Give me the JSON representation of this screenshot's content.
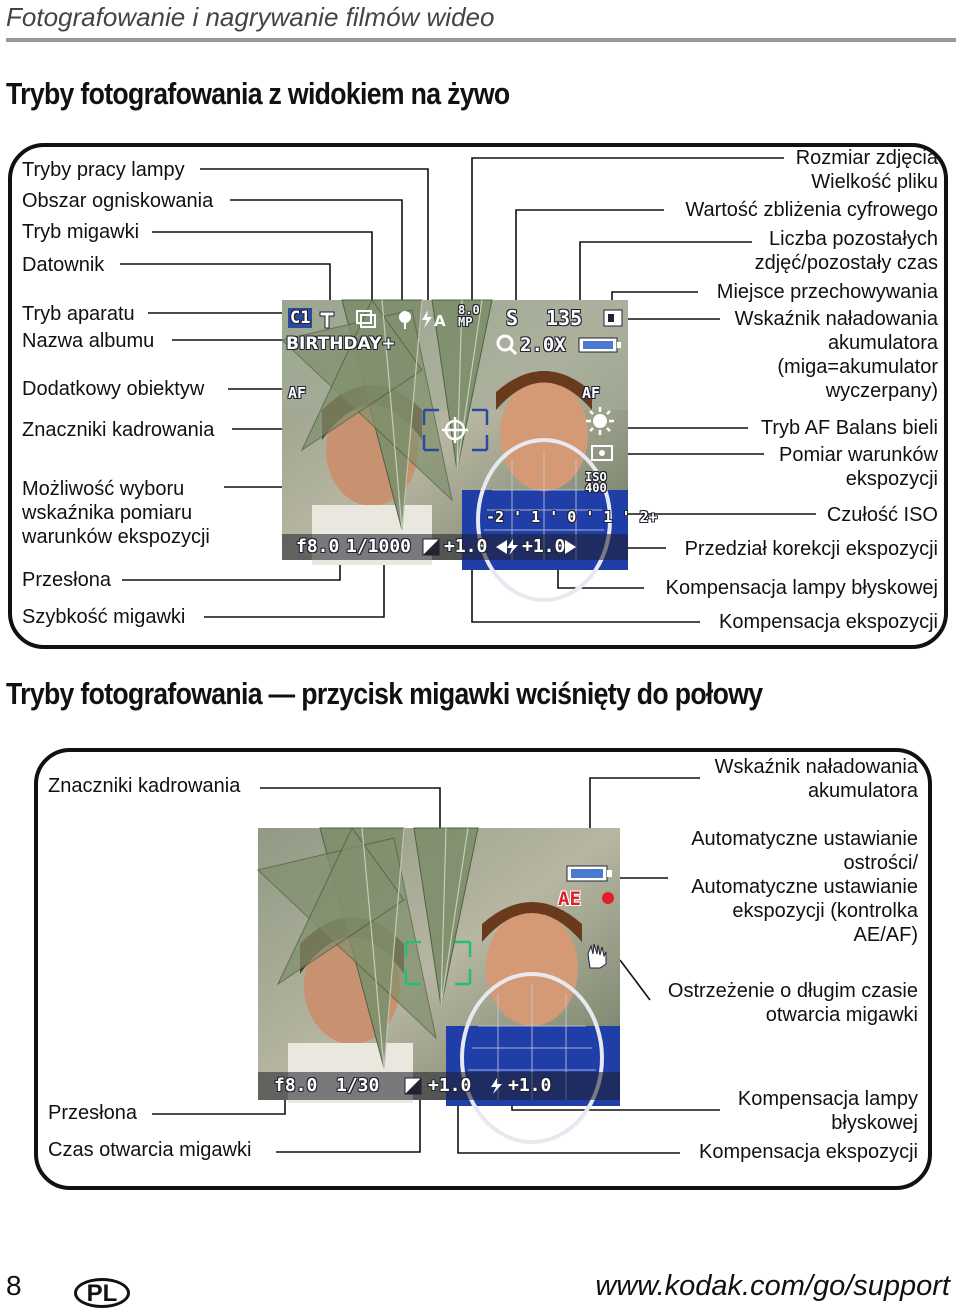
{
  "header": {
    "title": "Fotografowanie i nagrywanie filmów wideo"
  },
  "section1": {
    "title": "Tryby fotografowania z widokiem na żywo",
    "left_labels": [
      "Tryby pracy lampy",
      "Obszar ogniskowania",
      "Tryb migawki",
      "Datownik",
      "Tryb aparatu",
      "Nazwa albumu",
      "Dodatkowy obiektyw",
      "Znaczniki kadrowania",
      "Możliwość wyboru\nwskaźnika pomiaru\nwarunków ekspozycji",
      "Przesłona",
      "Szybkość migawki"
    ],
    "right_labels": [
      "Rozmiar zdjęcia\nWielkość pliku",
      "Wartość zbliżenia cyfrowego",
      "Liczba pozostałych\nzdjęć/pozostały czas",
      "Miejsce przechowywania",
      "Wskaźnik naładowania\nakumulatora\n(miga=akumulator\nwyczerpany)",
      "Tryb AF Balans bieli",
      "Pomiar warunków\nekspozycji",
      "Czułość ISO",
      "Przedział korekcji ekspozycji",
      "Kompensacja lampy błyskowej",
      "Kompensacja ekspozycji"
    ],
    "lcd": {
      "mode": "C1",
      "megapixels": "8.0\nMP",
      "size_mode": "S",
      "count": "135",
      "album": "BIRTHDAY+",
      "zoom": "2.0X",
      "af_left": "AF",
      "af_right": "AF",
      "iso": "ISO\n400",
      "scale": "-2 ' 1 ' 0 ' 1 ' 2+",
      "aperture": "f8.0",
      "shutter": "1/1000",
      "exp_comp": "+1.0",
      "flash_comp": "+1.0"
    }
  },
  "section2": {
    "title": "Tryby fotografowania — przycisk migawki wciśnięty do połowy",
    "left_labels": [
      "Znaczniki kadrowania",
      "Przesłona",
      "Czas otwarcia migawki"
    ],
    "right_labels": [
      "Wskaźnik naładowania\nakumulatora",
      "Automatyczne ustawianie\nostrości/\nAutomatyczne ustawianie\nekspozycji (kontrolka\nAE/AF)",
      "Ostrzeżenie o długim czasie\notwarcia migawki",
      "Kompensacja lampy\nbłyskowej",
      "Kompensacja ekspozycji"
    ],
    "lcd": {
      "ae": "AE",
      "aperture": "f8.0",
      "shutter": "1/30",
      "exp_comp": "+1.0",
      "flash_comp": "+1.0"
    }
  },
  "footer": {
    "page": "8",
    "lang": "PL",
    "url": "www.kodak.com/go/support"
  },
  "colors": {
    "ink": "#111111",
    "rule": "#9a9a9a",
    "lcd_overlay": "#ffffff",
    "ae_red": "#e0202a",
    "focus_green": "#22c070",
    "focus_blue": "#2a4aa0"
  }
}
